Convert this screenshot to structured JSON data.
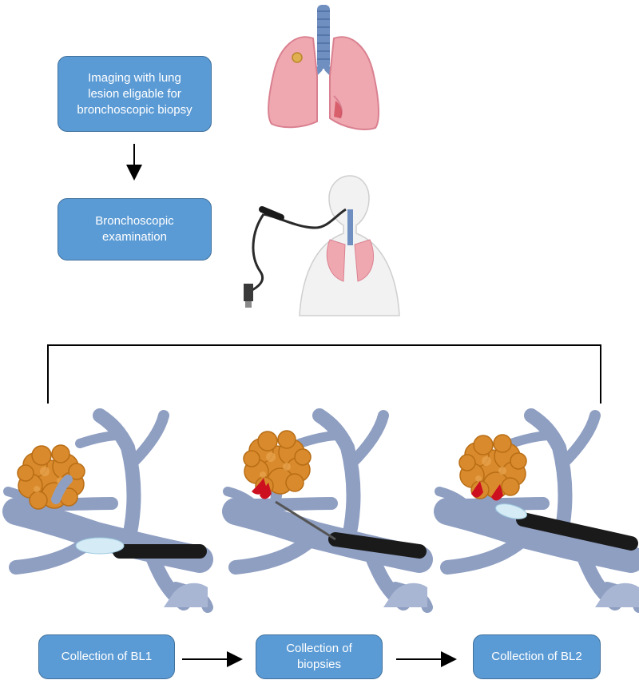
{
  "steps": {
    "imaging": "Imaging with lung\nlesion eligable for\nbronchoscopic biopsy",
    "examination": "Bronchoscopic\nexamination"
  },
  "collections": [
    "Collection of BL1",
    "Collection of\nbiopsies",
    "Collection of BL2"
  ],
  "colors": {
    "box_fill": "#5b9bd5",
    "airway": "#8f9fc2",
    "lesion": "#d98a2c",
    "lung": "#f0a8b0",
    "trachea": "#6f8fc0",
    "scope": "#1a1a1a",
    "blood": "#cc1020"
  }
}
